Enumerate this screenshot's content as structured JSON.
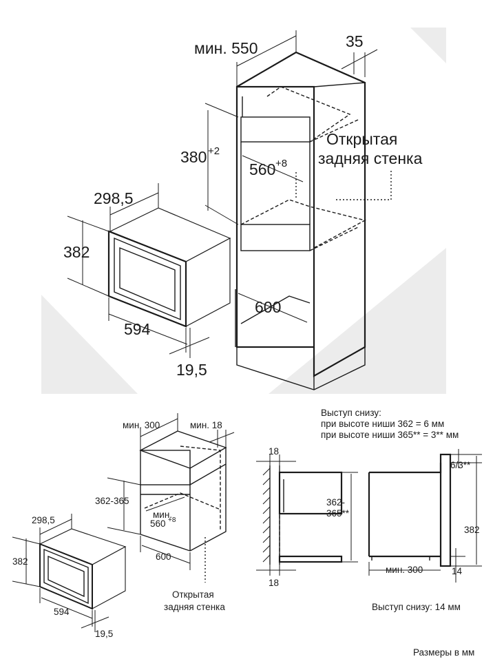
{
  "top": {
    "min_depth": "мин. 550",
    "gap": "35",
    "height_base": "380",
    "height_tol": "+2",
    "width_base": "560",
    "width_tol": "+8",
    "open_back_line1": "Открытая",
    "open_back_line2": "задняя стенка",
    "depth_600": "600",
    "appliance_depth": "298,5",
    "appliance_height": "382",
    "appliance_width": "594",
    "front_offset": "19,5"
  },
  "bottom_left": {
    "min_depth": "мин. 300",
    "min_gap": "мин. 18",
    "niche_height": "362-365",
    "min_width_prefix": "мин.",
    "min_width_base": "560",
    "min_width_tol": "+8",
    "depth_600": "600",
    "appliance_depth": "298,5",
    "appliance_height": "382",
    "appliance_width": "594",
    "front_offset": "19,5",
    "open_back_line1": "Открытая",
    "open_back_line2": "задняя стенка"
  },
  "bottom_right": {
    "note_line1": "Выступ снизу:",
    "note_line2": "при высоте ниши 362 = 6 мм",
    "note_line3": "при высоте ниши 365** = 3** мм",
    "side_top": "18",
    "side_bottom": "18",
    "niche_height_line1": "362-",
    "niche_height_line2": "365**",
    "min_depth": "мин. 300",
    "top_offset": "6/3**",
    "appliance_height": "382",
    "bottom_offset": "14",
    "bottom_note": "Выступ снизу: 14 мм"
  },
  "footer": {
    "units": "Размеры в мм"
  }
}
